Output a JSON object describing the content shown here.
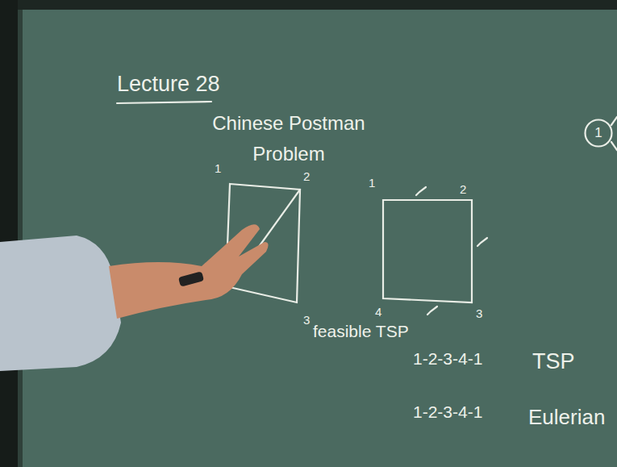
{
  "diagram": {
    "title": "Lecture 28",
    "nodes": [
      {
        "text": [
          "1"
        ]
      }
    ],
    "labels": [
      "Chinese Postman Problem",
      "1",
      "2",
      "3",
      "1",
      "2",
      "4",
      "3",
      "feasible TSP",
      "1-2-3-4-1",
      "TSP",
      "1-2-3-4-1",
      "Eulerian"
    ]
  }
}
